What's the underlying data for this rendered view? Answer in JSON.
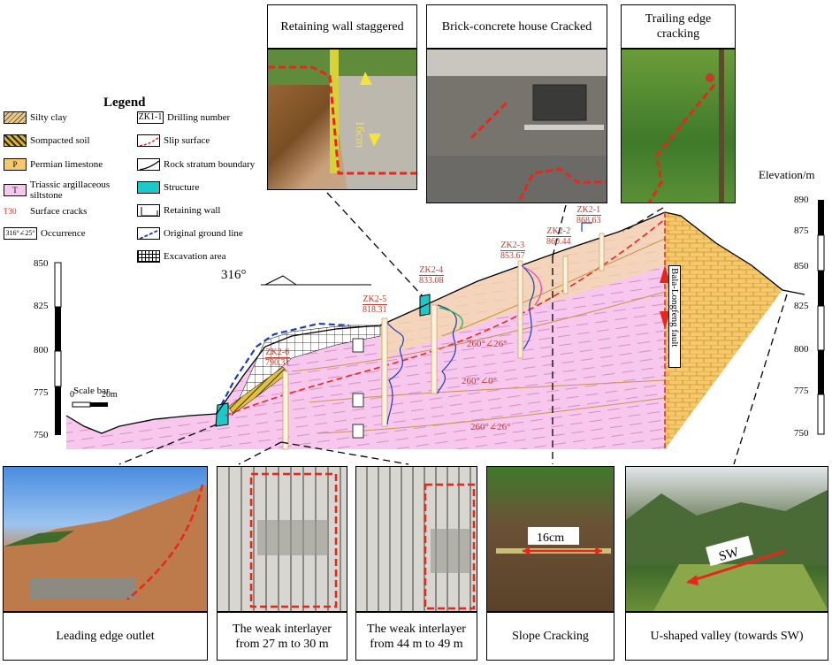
{
  "legend": {
    "title": "Legend",
    "items_left": [
      {
        "id": "silty-clay",
        "label": "Silty clay"
      },
      {
        "id": "compacted-soil",
        "label": "Sompacted soil"
      },
      {
        "id": "permian-limestone",
        "label": "Permian limestone",
        "symbol": "P"
      },
      {
        "id": "triassic-siltstone",
        "label": "Triassic argillaceous siltstone",
        "symbol": "T"
      },
      {
        "id": "surface-cracks",
        "label": "Surface cracks",
        "symbol": "T30"
      },
      {
        "id": "occurrence",
        "label": "Occurrence",
        "symbol": "316°∠25°"
      }
    ],
    "items_right": [
      {
        "id": "drilling-number",
        "label": "Drilling number",
        "symbol": "ZK1-1"
      },
      {
        "id": "slip-surface",
        "label": "Slip surface"
      },
      {
        "id": "rock-boundary",
        "label": "Rock stratum boundary"
      },
      {
        "id": "structure",
        "label": "Structure"
      },
      {
        "id": "retaining-wall",
        "label": "Retaining wall"
      },
      {
        "id": "original-ground",
        "label": "Original ground line"
      },
      {
        "id": "excavation-area",
        "label": "Excavation area"
      }
    ]
  },
  "captions": {
    "top1": "Retaining wall staggered",
    "top2": "Brick-concrete house Cracked",
    "top3_line1": "Trailing edge",
    "top3_line2": "cracking",
    "bottom1": "Leading edge outlet",
    "bottom2_line1": "The weak interlayer",
    "bottom2_line2": "from 27 m to 30 m",
    "bottom3_line1": "The weak interlayer",
    "bottom3_line2": "from 44 m to 49 m",
    "bottom4": "Slope Cracking",
    "bottom5": "U-shaped valley (towards SW)"
  },
  "photo_labels": {
    "wall_gap": "16cm",
    "slope_crack": "16cm",
    "valley_dir": "SW"
  },
  "section": {
    "direction": "316°",
    "elevation_title": "Elevation/m",
    "left_ticks": [
      "850",
      "825",
      "800",
      "775",
      "750"
    ],
    "right_ticks": [
      "890",
      "875",
      "850",
      "825",
      "800",
      "775",
      "750"
    ],
    "scale_title": "Scale bar",
    "scale_0": "0",
    "scale_20": "20m",
    "fault": "Bala-Longfeng fault",
    "occ1": "260°∠26°",
    "occ2": "260°∠0°",
    "occ3": "260°∠26°",
    "boreholes": [
      {
        "name": "ZK2-1",
        "elev": "868.63"
      },
      {
        "name": "ZK2-2",
        "elev": "860.44"
      },
      {
        "name": "ZK2-3",
        "elev": "853.67"
      },
      {
        "name": "ZK2-4",
        "elev": "833.08"
      },
      {
        "name": "ZK2-5",
        "elev": "818.31"
      },
      {
        "name": "ZK2-6",
        "elev": "790.31"
      }
    ]
  },
  "colors": {
    "siltstone": "#f7c7ee",
    "limestone": "#f5c86a",
    "soil": "#f3d8a8",
    "slip": "#e8261c",
    "structure": "#1ec8c8",
    "ground": "#1a3fb0"
  }
}
